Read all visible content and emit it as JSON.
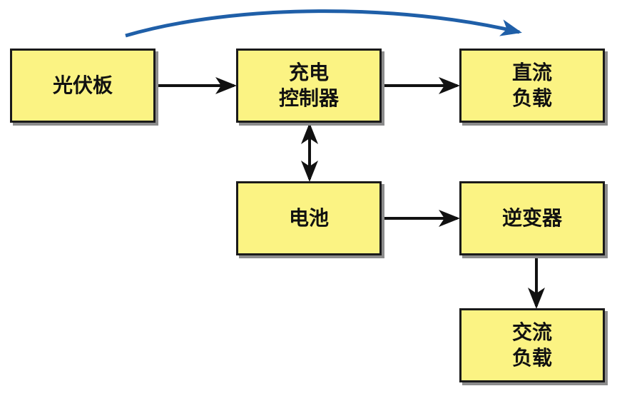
{
  "colors": {
    "box_fill": "#fbf383",
    "box_border": "#1a1a1a",
    "arrow": "#111111",
    "bypass_arrow": "#1f5fa8"
  },
  "nodes": {
    "pv_panel": {
      "line1": "光伏板"
    },
    "charge_controller": {
      "line1": "充电",
      "line2": "控制器"
    },
    "dc_load": {
      "line1": "直流",
      "line2": "负载"
    },
    "battery": {
      "line1": "电池"
    },
    "inverter": {
      "line1": "逆变器"
    },
    "ac_load": {
      "line1": "交流",
      "line2": "负载"
    }
  },
  "edges": [
    {
      "from": "pv_panel",
      "to": "charge_controller",
      "direction": "forward"
    },
    {
      "from": "charge_controller",
      "to": "dc_load",
      "direction": "forward"
    },
    {
      "from": "charge_controller",
      "to": "battery",
      "direction": "bidirectional"
    },
    {
      "from": "battery",
      "to": "inverter",
      "direction": "forward"
    },
    {
      "from": "inverter",
      "to": "ac_load",
      "direction": "forward"
    },
    {
      "from": "pv_panel",
      "to": "dc_load",
      "direction": "forward",
      "style": "curved-blue"
    }
  ]
}
